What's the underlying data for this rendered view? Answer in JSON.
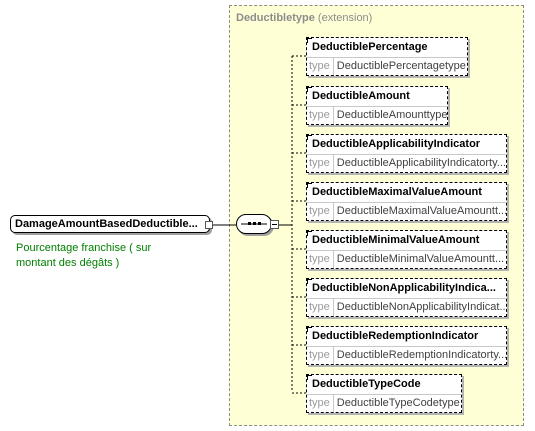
{
  "root": {
    "name": "DamageAmountBasedDeductible...",
    "annotation": "Pourcentage franchise ( sur montant des dégâts )"
  },
  "extension": {
    "name": "Deductibletype",
    "kind": "(extension)"
  },
  "type_keyword": "type",
  "elements": [
    {
      "name": "DeductiblePercentage",
      "type": "DeductiblePercentagetype"
    },
    {
      "name": "DeductibleAmount",
      "type": "DeductibleAmounttype"
    },
    {
      "name": "DeductibleApplicabilityIndicator",
      "type": "DeductibleApplicabilityIndicatorty..."
    },
    {
      "name": "DeductibleMaximalValueAmount",
      "type": "DeductibleMaximalValueAmountt..."
    },
    {
      "name": "DeductibleMinimalValueAmount",
      "type": "DeductibleMinimalValueAmountt..."
    },
    {
      "name": "DeductibleNonApplicabilityIndica...",
      "type": "DeductibleNonApplicabilityIndicat..."
    },
    {
      "name": "DeductibleRedemptionIndicator",
      "type": "DeductibleRedemptionIndicatorty..."
    },
    {
      "name": "DeductibleTypeCode",
      "type": "DeductibleTypeCodetype"
    }
  ]
}
